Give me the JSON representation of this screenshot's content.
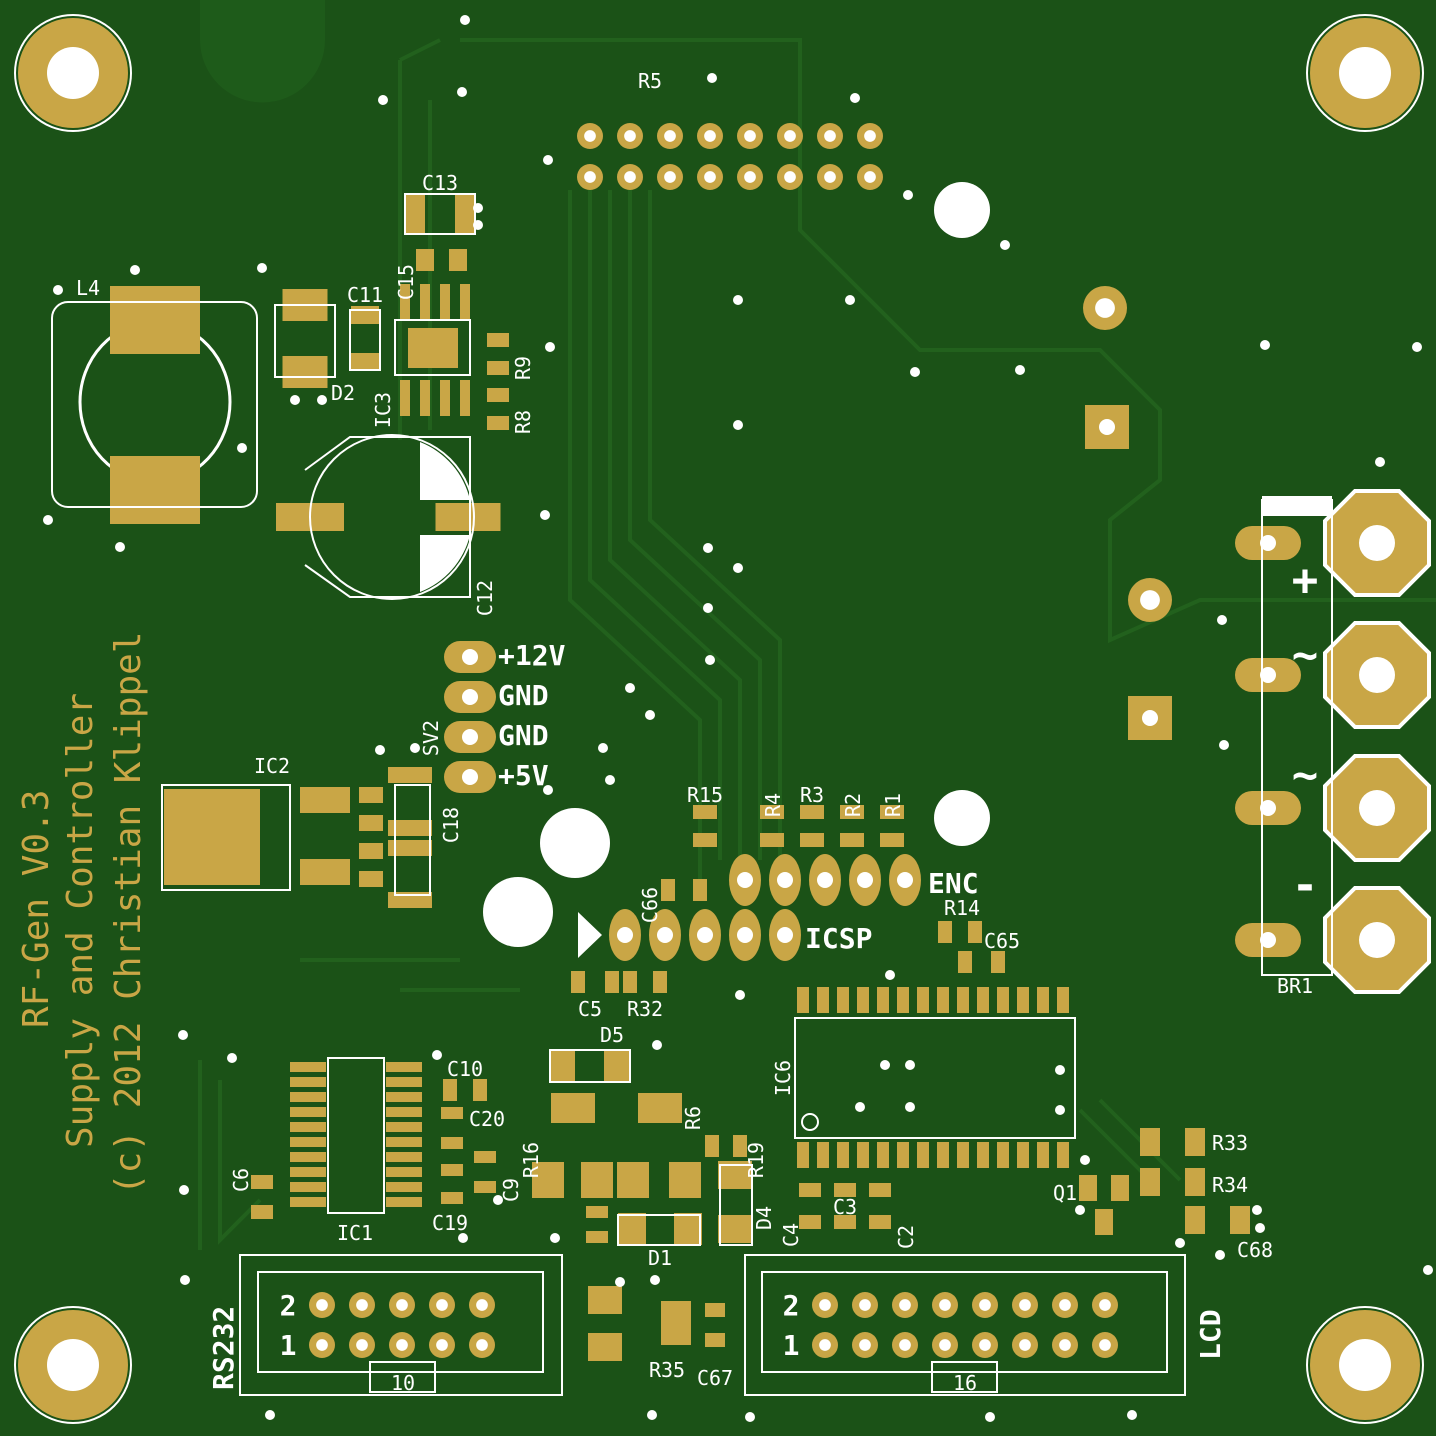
{
  "board": {
    "title_lines": [
      "RF-Gen V0.3",
      "Supply and Controller",
      "(c) 2012 Christian Klippel"
    ],
    "colors": {
      "substrate": "#1b5217",
      "copper": "#c9a646",
      "silkscreen": "#ffffff",
      "trace": "#22611d"
    }
  },
  "designators": [
    "R5",
    "C13",
    "C15",
    "C11",
    "L4",
    "D2",
    "IC3",
    "R9",
    "R8",
    "C12",
    "IC2",
    "SV2",
    "C18",
    "R15",
    "R4",
    "R3",
    "R2",
    "R1",
    "C66",
    "R14",
    "C65",
    "C5",
    "R32",
    "D5",
    "IC6",
    "R6",
    "R16",
    "R19",
    "C10",
    "C20",
    "C9",
    "C6",
    "C19",
    "IC1",
    "D1",
    "D4",
    "C4",
    "C3",
    "C2",
    "Q1",
    "R33",
    "R34",
    "C68",
    "BR1",
    "R35",
    "C67"
  ],
  "power_labels": [
    "+12V",
    "GND",
    "GND",
    "+5V"
  ],
  "connector_labels": {
    "enc": "ENC",
    "icsp": "ICSP",
    "rs232": "RS232",
    "lcd": "LCD",
    "rs232_count": "10",
    "lcd_count": "16",
    "pin2": "2",
    "pin1": "1"
  },
  "bridge_labels": [
    "+",
    "~",
    "~",
    "-"
  ]
}
